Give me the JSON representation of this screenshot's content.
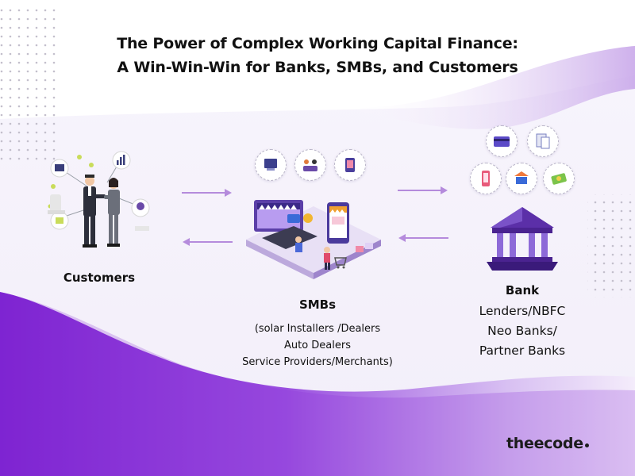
{
  "title": {
    "line1": "The Power of Complex Working Capital Finance:",
    "line2": "A Win-Win-Win for Banks, SMBs, and Customers"
  },
  "nodes": {
    "customers": {
      "label": "Customers"
    },
    "smbs": {
      "label": "SMBs",
      "details": [
        "(solar Installers /Dealers",
        "Auto Dealers",
        "Service Providers/Merchants)"
      ]
    },
    "bank": {
      "label": "Bank",
      "details": [
        "Lenders/NBFC",
        "Neo Banks/",
        "Partner Banks"
      ]
    }
  },
  "brand": {
    "logo": "theecode"
  },
  "icons": {
    "customers": "business-handshake-illustration",
    "smbs": "online-store-illustration",
    "bank": "bank-building-icon",
    "arrows": [
      "arrow-right-icon",
      "arrow-left-icon",
      "arrow-right-icon",
      "arrow-left-icon"
    ]
  },
  "colors": {
    "accent_purple": "#7b2fd4",
    "arrow": "#b58bdc",
    "text": "#111111"
  }
}
